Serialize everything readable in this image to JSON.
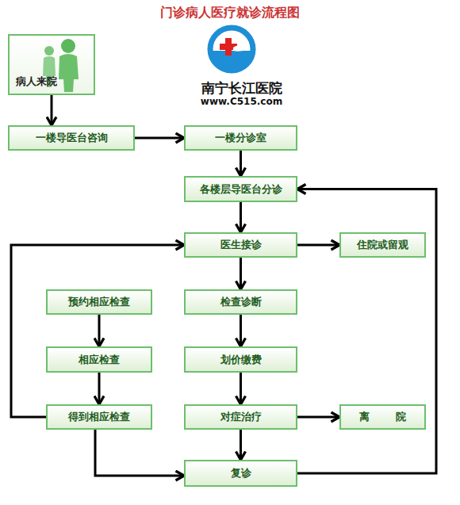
{
  "diagram": {
    "title": "门诊病人医疗就诊流程图",
    "nodes": [
      {
        "text": [
          "病人来院"
        ]
      },
      {
        "text": [
          "一楼导医台咨询"
        ]
      },
      {
        "text": [
          "一楼分诊室"
        ]
      },
      {
        "text": [
          "各楼层导医台分诊"
        ]
      },
      {
        "text": [
          "医生接诊"
        ]
      },
      {
        "text": [
          "住院或留观"
        ]
      },
      {
        "text": [
          "预约相应检查"
        ]
      },
      {
        "text": [
          "检查诊断"
        ]
      },
      {
        "text": [
          "相应检查"
        ]
      },
      {
        "text": [
          "划价缴费"
        ]
      },
      {
        "text": [
          "得到相应检查"
        ]
      },
      {
        "text": [
          "对症治疗"
        ]
      },
      {
        "text": [
          "离 院"
        ]
      },
      {
        "text": [
          "复诊"
        ]
      }
    ],
    "edges": [
      {
        "from": 0,
        "to": 1,
        "arrow": "to"
      },
      {
        "from": 1,
        "to": 2,
        "arrow": "to"
      },
      {
        "from": 2,
        "to": 3,
        "arrow": "to"
      },
      {
        "from": 3,
        "to": 4,
        "arrow": "to"
      },
      {
        "from": 4,
        "to": 5,
        "arrow": "to"
      },
      {
        "from": 4,
        "to": 7,
        "arrow": "to"
      },
      {
        "from": 7,
        "to": 9,
        "arrow": "to"
      },
      {
        "from": 9,
        "to": 11,
        "arrow": "to"
      },
      {
        "from": 11,
        "to": 12,
        "arrow": "to"
      },
      {
        "from": 11,
        "to": 13,
        "arrow": "to"
      },
      {
        "from": 6,
        "to": 8,
        "arrow": "to"
      },
      {
        "from": 8,
        "to": 10,
        "arrow": "to"
      },
      {
        "from": 10,
        "to": 4,
        "arrow": "to"
      },
      {
        "from": 10,
        "to": 13,
        "arrow": "to"
      },
      {
        "from": 13,
        "to": 3,
        "arrow": "to"
      }
    ],
    "labels": [
      "南宁长江医院",
      "www.C515.com"
    ]
  }
}
